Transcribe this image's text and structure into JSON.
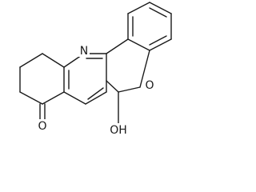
{
  "structure": {
    "atoms": {
      "nitrogen": "N",
      "ring_oxygen": "O",
      "ketone_oxygen": "O",
      "hydroxyl": "OH"
    }
  },
  "colors": {
    "line": "#1a1a1a",
    "background": "#ffffff"
  }
}
